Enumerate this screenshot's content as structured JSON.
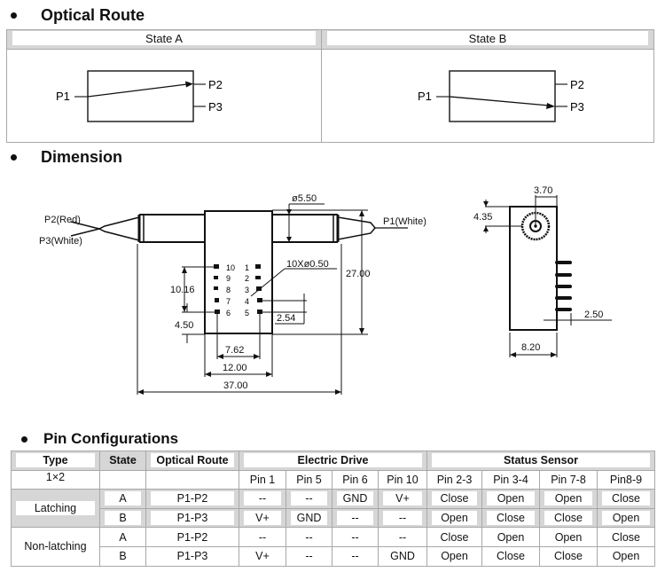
{
  "sections": {
    "optical_route": "Optical Route",
    "dimension": "Dimension",
    "pin_configurations": "Pin Configurations"
  },
  "optical_route": {
    "states": [
      {
        "label": "State A",
        "input": "P1",
        "outputs": [
          "P2",
          "P3"
        ],
        "route_to": "P2"
      },
      {
        "label": "State B",
        "input": "P1",
        "outputs": [
          "P2",
          "P3"
        ],
        "route_to": "P3"
      }
    ]
  },
  "dimension": {
    "labels": {
      "p2": "P2(Red)",
      "p3": "P3(White)",
      "p1": "P1(White)",
      "dia_550": "ø5.50",
      "pin_dia": "10Xø0.50",
      "h_2700": "27.00",
      "h_1016": "10.16",
      "h_450": "4.50",
      "h_254": "2.54",
      "w_762": "7.62",
      "w_1200": "12.00",
      "w_3700": "37.00",
      "side_370": "3.70",
      "side_435": "4.35",
      "side_250": "2.50",
      "side_820": "8.20"
    },
    "pins_left": [
      "10",
      "9",
      "8",
      "7",
      "6"
    ],
    "pins_right": [
      "1",
      "2",
      "3",
      "4",
      "5"
    ]
  },
  "pin_table": {
    "headers": {
      "type": "Type",
      "state": "State",
      "optical_route": "Optical Route",
      "electric_drive": "Electric Drive",
      "status_sensor": "Status Sensor"
    },
    "subheader": {
      "type": "1×2",
      "pins": [
        "Pin 1",
        "Pin 5",
        "Pin 6",
        "Pin 10",
        "Pin 2-3",
        "Pin 3-4",
        "Pin 7-8",
        "Pin8-9"
      ]
    },
    "groups": [
      {
        "type": "Latching",
        "rows": [
          {
            "state": "A",
            "route": "P1-P2",
            "values": [
              "--",
              "--",
              "GND",
              "V+",
              "Close",
              "Open",
              "Open",
              "Close"
            ]
          },
          {
            "state": "B",
            "route": "P1-P3",
            "values": [
              "V+",
              "GND",
              "--",
              "--",
              "Open",
              "Close",
              "Close",
              "Open"
            ]
          }
        ]
      },
      {
        "type": "Non-latching",
        "rows": [
          {
            "state": "A",
            "route": "P1-P2",
            "values": [
              "--",
              "--",
              "--",
              "--",
              "Close",
              "Open",
              "Open",
              "Close"
            ]
          },
          {
            "state": "B",
            "route": "P1-P3",
            "values": [
              "V+",
              "--",
              "--",
              "GND",
              "Open",
              "Close",
              "Close",
              "Open"
            ]
          }
        ]
      }
    ]
  }
}
